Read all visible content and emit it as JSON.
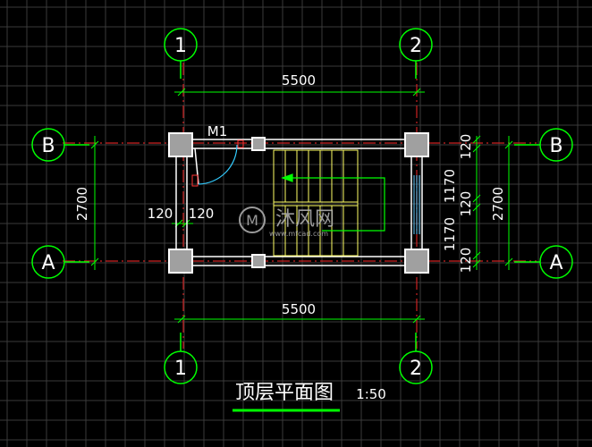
{
  "drawing": {
    "title": "顶层平面图",
    "scale": "1:50",
    "background": "#000000",
    "grid_color": "#3a3a3a",
    "axis_color": "#00ff00",
    "wall_color": "#ffffff",
    "stair_color": "#ffff66"
  },
  "axes": {
    "col_1": "1",
    "col_2": "2",
    "row_a": "A",
    "row_b": "B"
  },
  "dimensions": {
    "top_span": "5500",
    "bottom_span": "5500",
    "left_span": "2700",
    "right_span": "2700",
    "wall_left": "120",
    "wall_right": "120",
    "right_seg_1": "120",
    "right_seg_2": "1170",
    "right_seg_3": "120",
    "right_seg_4": "1170",
    "right_seg_5": "120"
  },
  "labels": {
    "door": "M1"
  },
  "watermark": {
    "brand": "沐风网",
    "url": "www.mfcad.com"
  }
}
